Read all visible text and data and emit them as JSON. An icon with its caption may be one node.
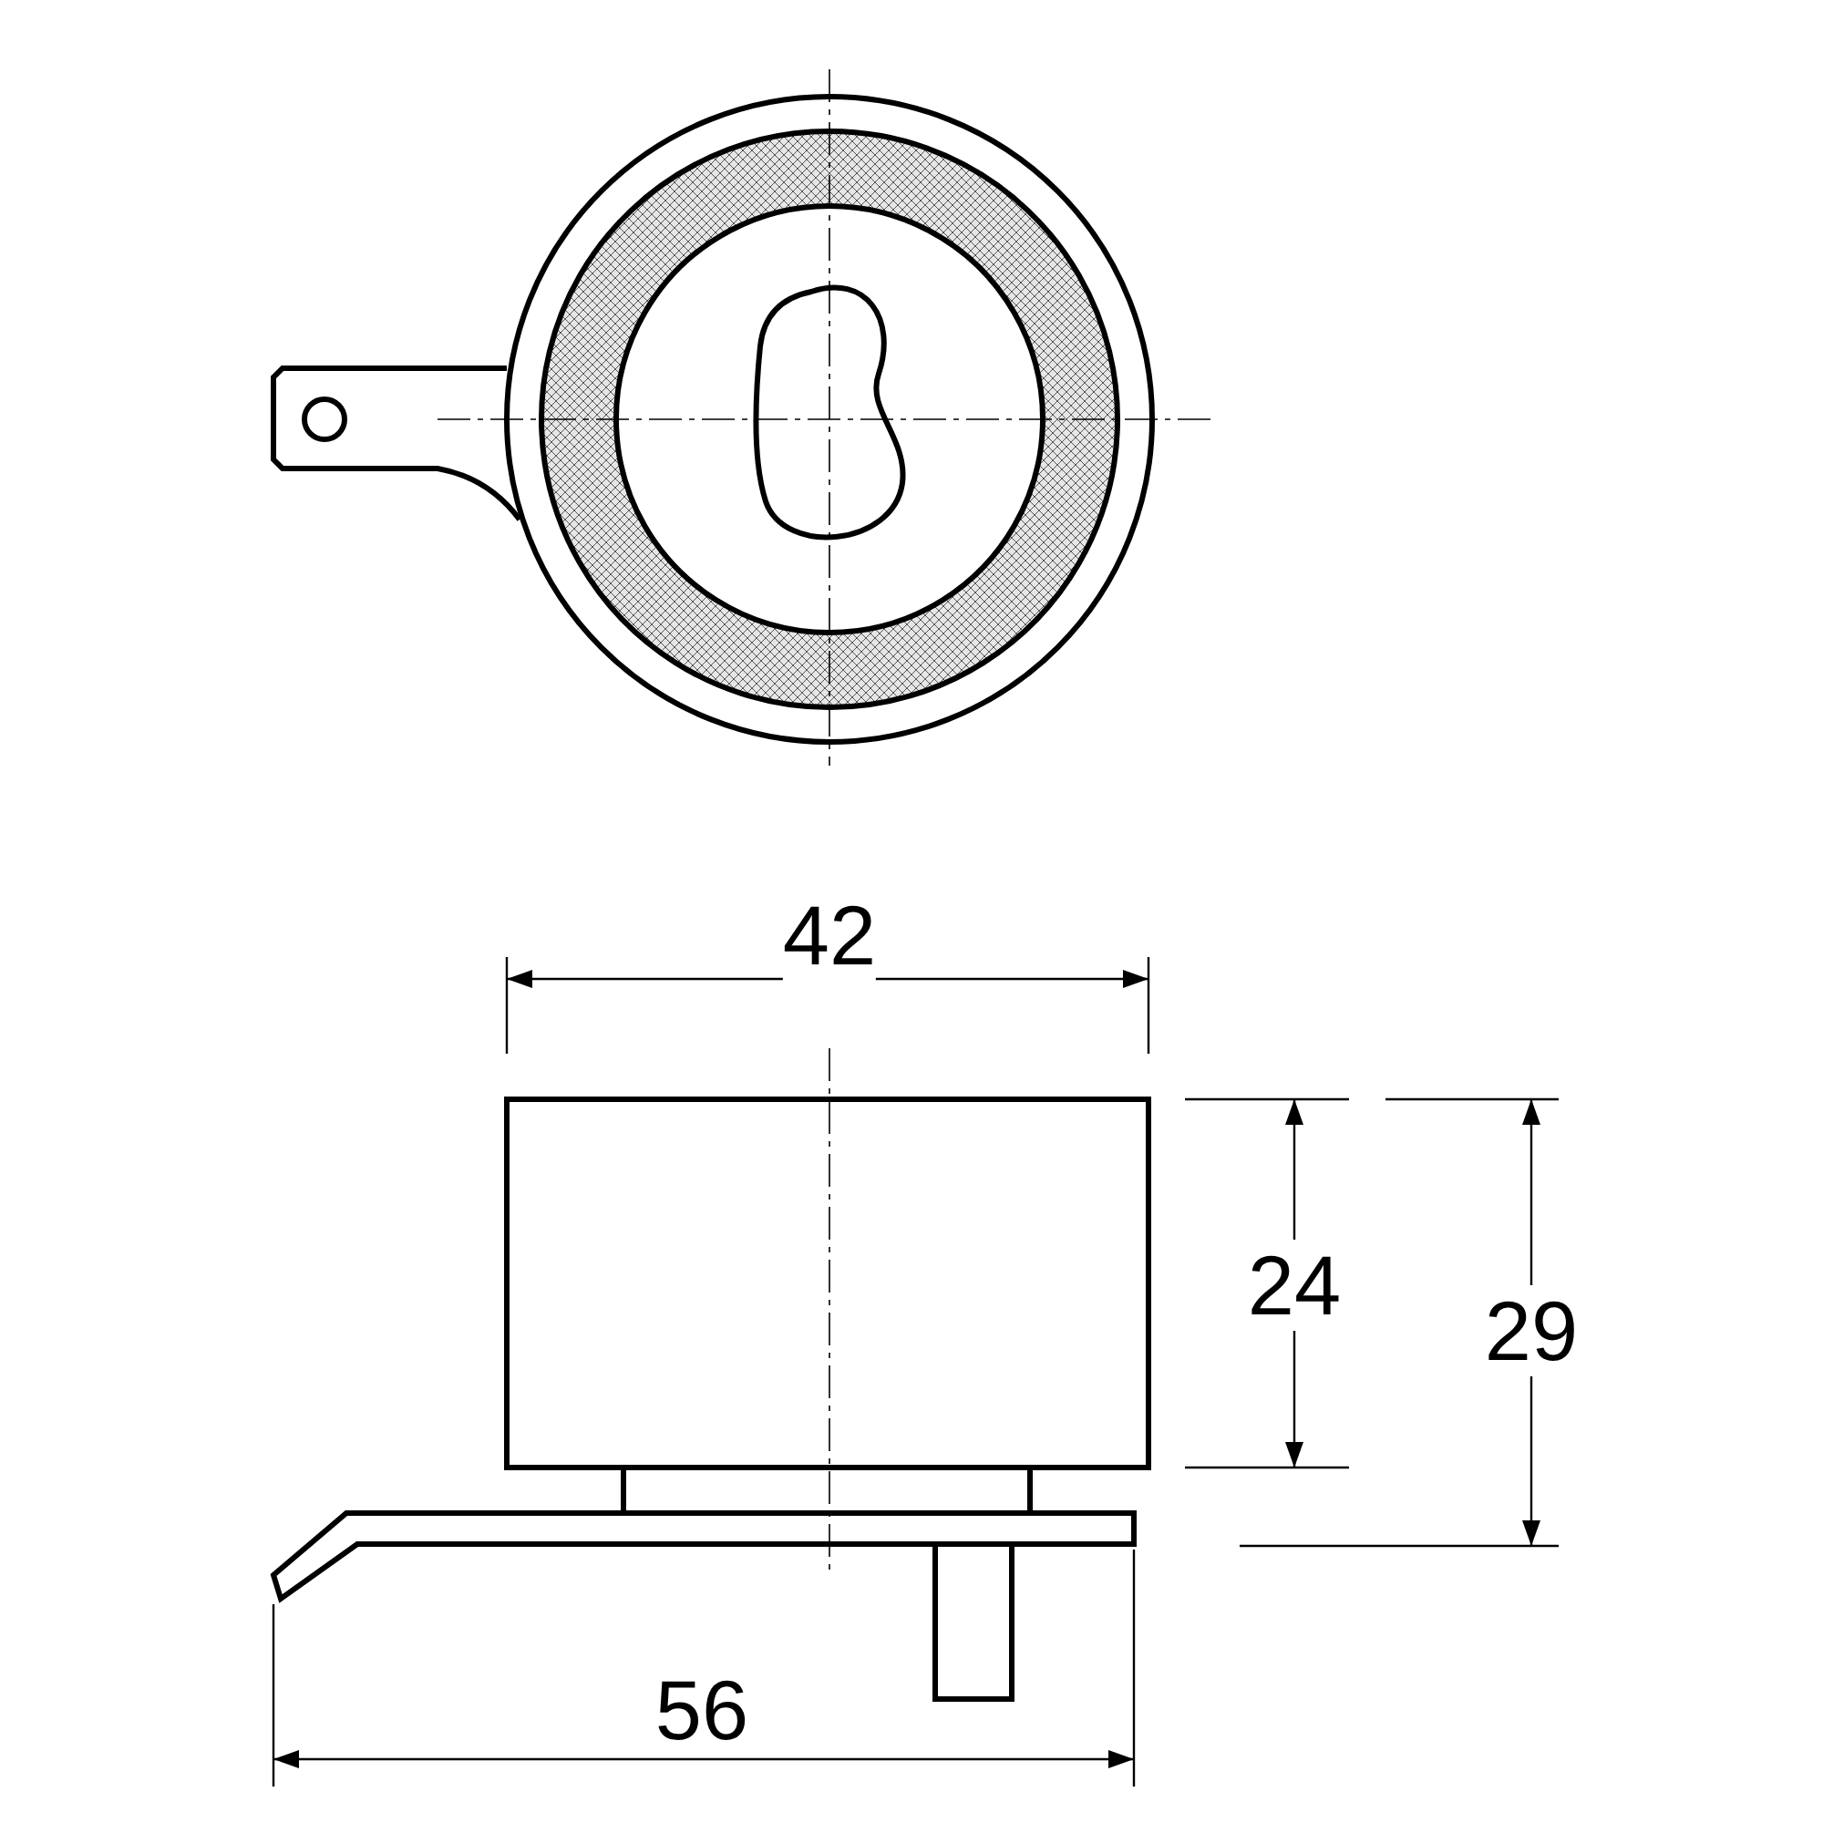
{
  "diagram": {
    "labels": [
      "42",
      "24",
      "29",
      "56"
    ]
  }
}
